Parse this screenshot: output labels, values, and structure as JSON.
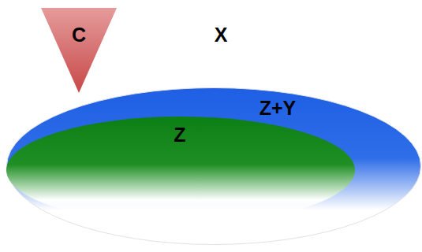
{
  "diagram": {
    "nodes": [
      {
        "text": [
          "C"
        ]
      },
      {
        "text": [
          "Z+Y"
        ]
      },
      {
        "text": [
          "Z"
        ],
        "in": 1
      }
    ],
    "labels": [
      "X"
    ]
  }
}
